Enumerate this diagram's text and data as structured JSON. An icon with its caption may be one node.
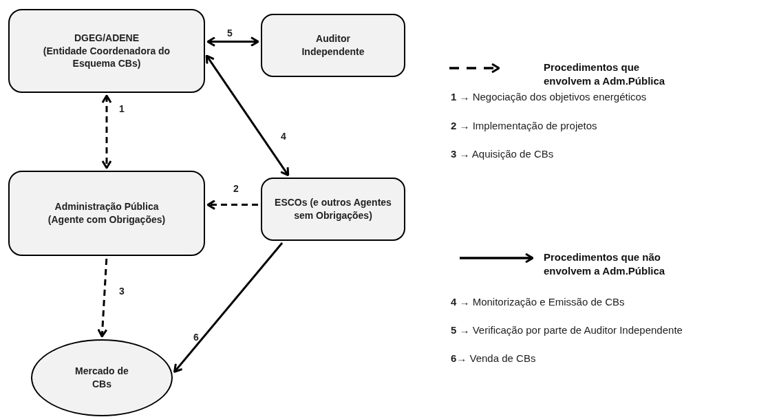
{
  "diagram": {
    "nodes": [
      {
        "text": [
          "DGEG/ADENE",
          "(Entidade Coordenadora do Esquema CBs)"
        ]
      },
      {
        "text": [
          "Auditor Independente"
        ]
      },
      {
        "text": [
          "Administração Pública",
          "(Agente com Obrigações)"
        ]
      },
      {
        "text": [
          "ESCOs (e outros Agentes sem Obrigações)"
        ]
      },
      {
        "text": [
          "Mercado de CBs"
        ]
      }
    ],
    "edges": [
      {
        "from": 0,
        "to": 2,
        "arrow": "both",
        "label": "1",
        "style": "dashed"
      },
      {
        "from": 3,
        "to": 2,
        "arrow": "to",
        "label": "2",
        "style": "dashed"
      },
      {
        "from": 2,
        "to": 4,
        "arrow": "to",
        "label": "3",
        "style": "dashed"
      },
      {
        "from": 0,
        "to": 3,
        "arrow": "both",
        "label": "4"
      },
      {
        "from": 0,
        "to": 1,
        "arrow": "both",
        "label": "5"
      },
      {
        "from": 3,
        "to": 4,
        "arrow": "to",
        "label": "6"
      }
    ],
    "labels": [
      "**1** → Negociação dos objetivos energéticos",
      "**2** → Implementação de projetos",
      "**3** → Aquisição de CBs",
      "**4** → Monitorização e Emissão de CBs",
      "**5** → Verificação por parte de Auditor Independente",
      "**6**→ Venda de CBs"
    ],
    "legend": [
      {
        "text": "Procedimentos que envolvem a Adm.Pública"
      },
      {
        "text": "Procedimentos que não envolvem a Adm.Pública"
      }
    ]
  }
}
